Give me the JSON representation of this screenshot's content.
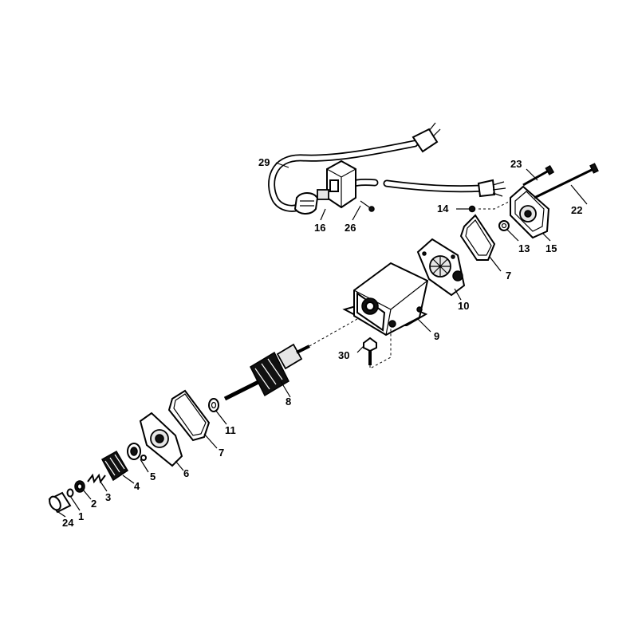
{
  "callouts": [
    {
      "id": "p24",
      "text": "24"
    },
    {
      "id": "p1",
      "text": "1"
    },
    {
      "id": "p2",
      "text": "2"
    },
    {
      "id": "p3",
      "text": "3"
    },
    {
      "id": "p4",
      "text": "4"
    },
    {
      "id": "p5",
      "text": "5"
    },
    {
      "id": "p6",
      "text": "6"
    },
    {
      "id": "p7a",
      "text": "7"
    },
    {
      "id": "p11",
      "text": "11"
    },
    {
      "id": "p8",
      "text": "8"
    },
    {
      "id": "p30",
      "text": "30"
    },
    {
      "id": "p9",
      "text": "9"
    },
    {
      "id": "p10",
      "text": "10"
    },
    {
      "id": "p7b",
      "text": "7"
    },
    {
      "id": "p13",
      "text": "13"
    },
    {
      "id": "p15",
      "text": "15"
    },
    {
      "id": "p14",
      "text": "14"
    },
    {
      "id": "p22",
      "text": "22"
    },
    {
      "id": "p23",
      "text": "23"
    },
    {
      "id": "p29",
      "text": "29"
    },
    {
      "id": "p16",
      "text": "16"
    },
    {
      "id": "p26",
      "text": "26"
    }
  ]
}
